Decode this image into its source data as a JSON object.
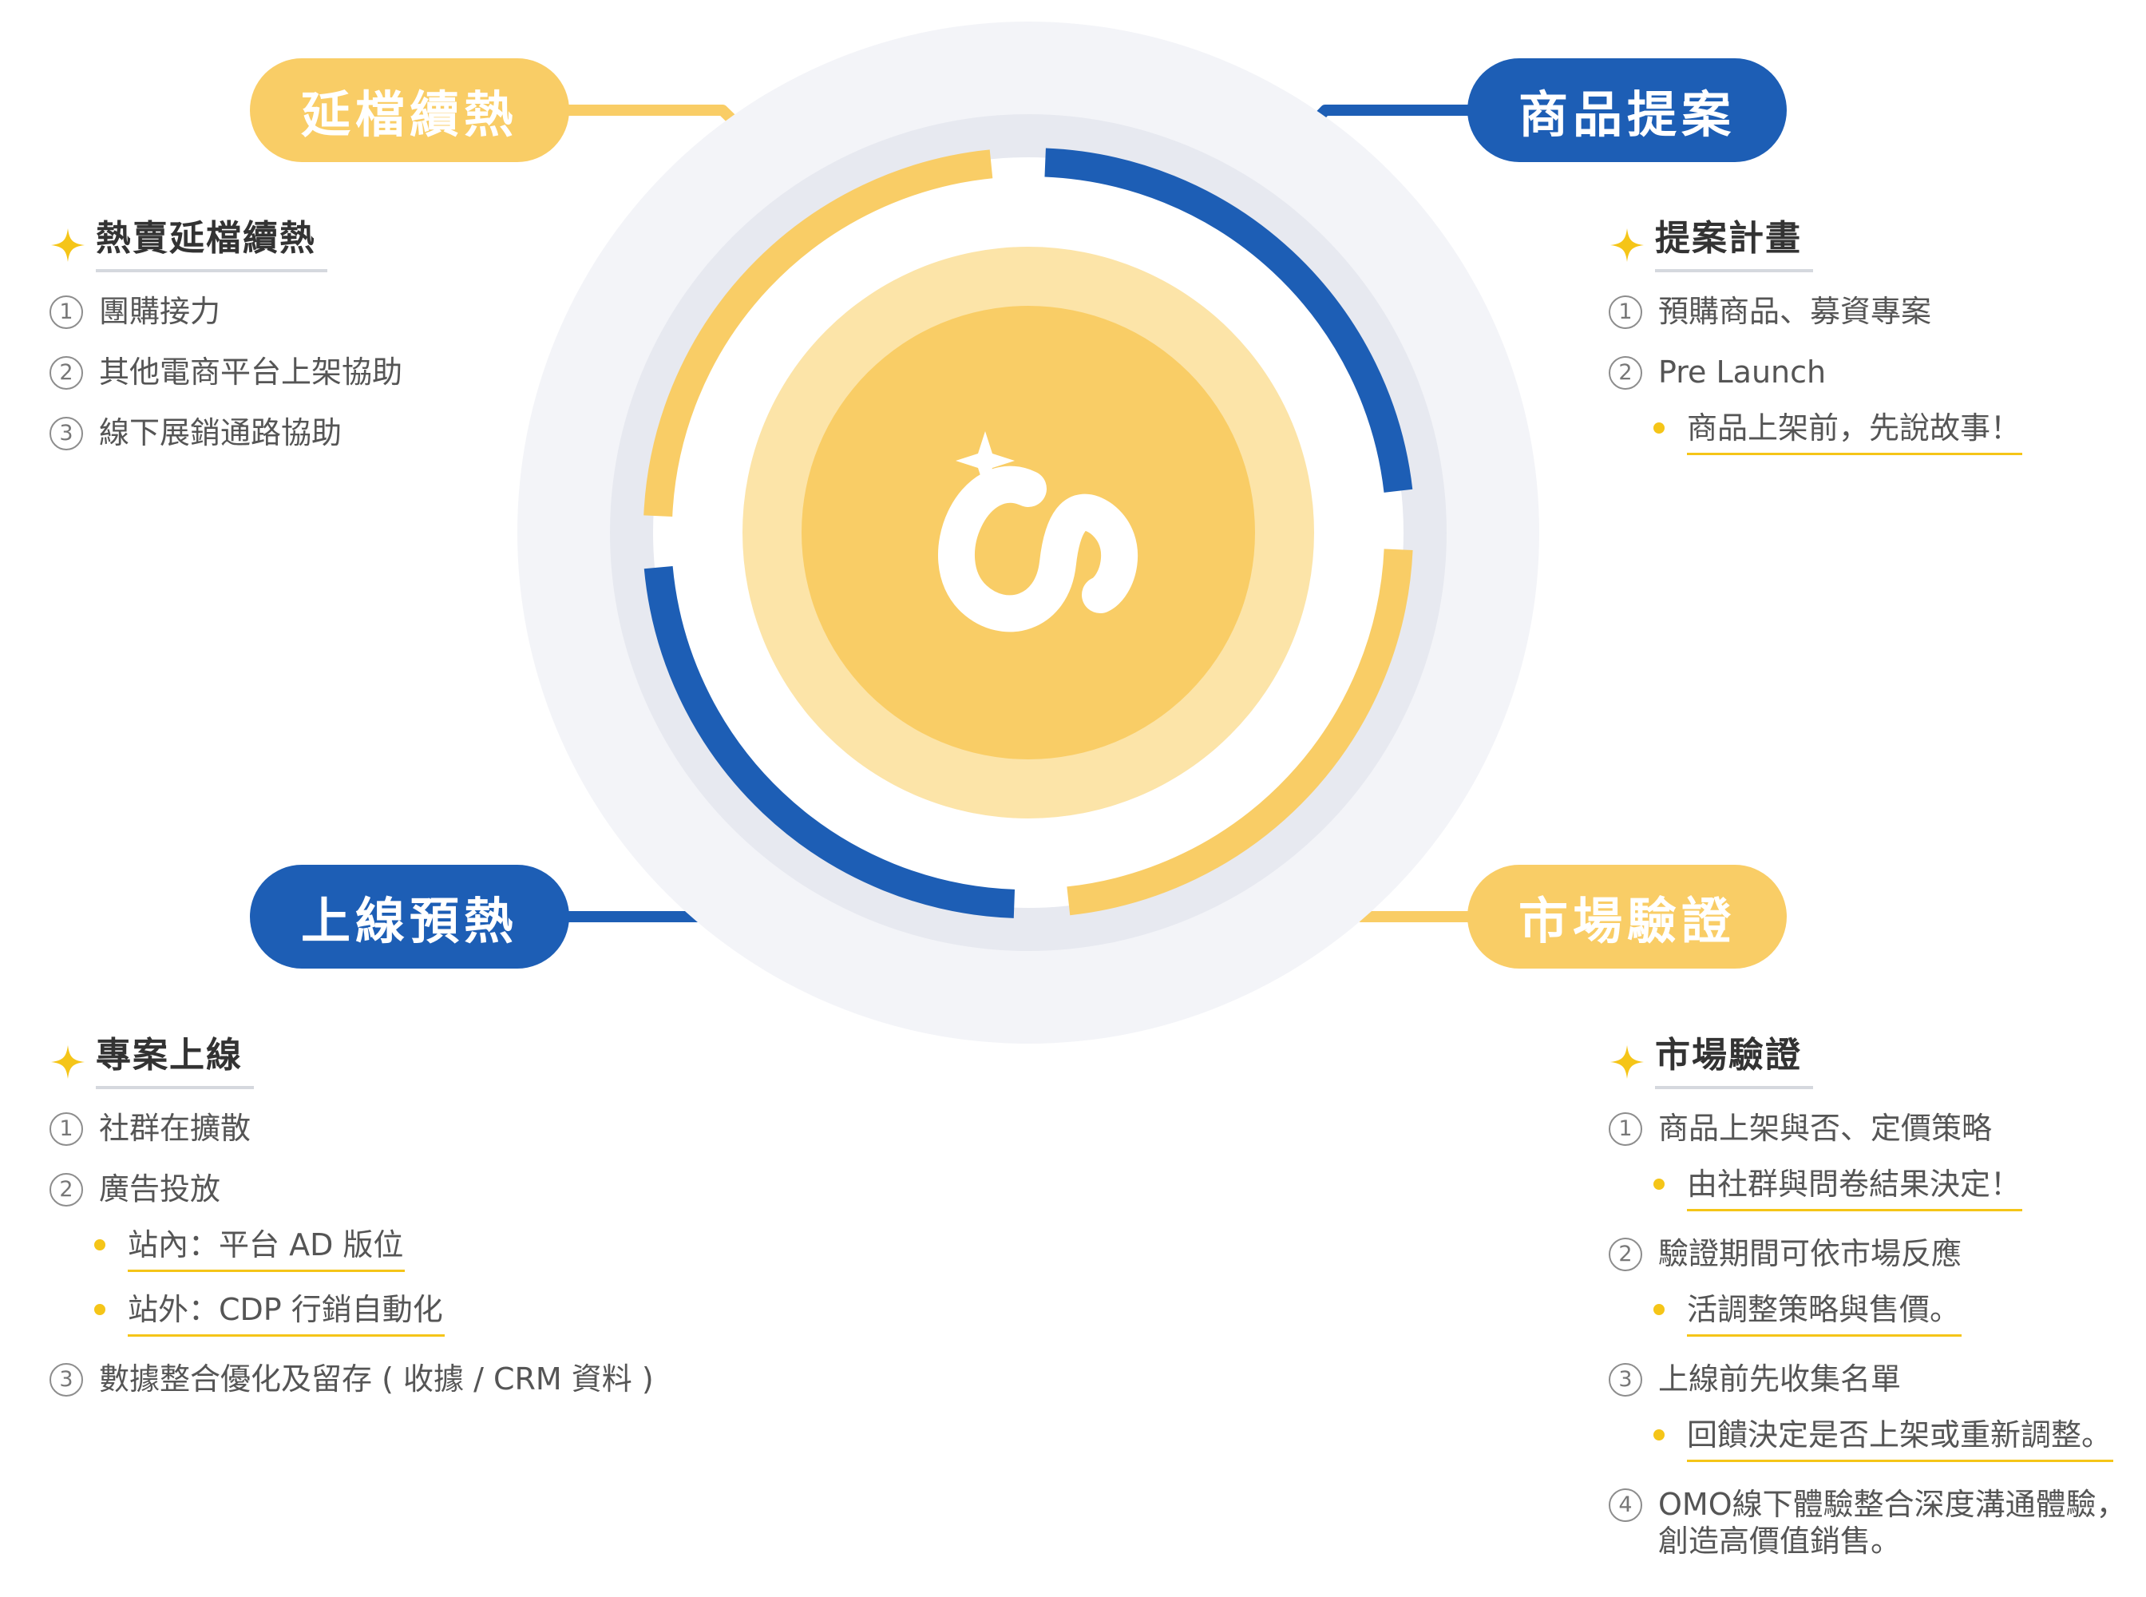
{
  "colors": {
    "yellow": "#F9CD66",
    "blue": "#1D5EB5",
    "accent": "#F5C518",
    "ring_gray": "#E7E9F0",
    "halo": "#F3F4F8"
  },
  "center": {
    "icon": "sparkle-loop-logo-icon"
  },
  "stages": {
    "top_left": {
      "label": "延檔續熱",
      "color": "yellow"
    },
    "top_right": {
      "label": "商品提案",
      "color": "blue"
    },
    "bottom_left": {
      "label": "上線預熱",
      "color": "blue"
    },
    "bottom_right": {
      "label": "市場驗證",
      "color": "yellow"
    }
  },
  "blocks": {
    "tl": {
      "title": "熱賣延檔續熱",
      "items": [
        {
          "num": "1",
          "text": "團購接力"
        },
        {
          "num": "2",
          "text": "其他電商平台上架協助"
        },
        {
          "num": "3",
          "text": "線下展銷通路協助"
        }
      ]
    },
    "tr": {
      "title": "提案計畫",
      "items": [
        {
          "num": "1",
          "text": "預購商品、募資專案"
        },
        {
          "num": "2",
          "text": "Pre Launch",
          "sub": [
            "商品上架前，先說故事！"
          ]
        }
      ]
    },
    "bl": {
      "title": "專案上線",
      "items": [
        {
          "num": "1",
          "text": "社群在擴散"
        },
        {
          "num": "2",
          "text": "廣告投放",
          "sub": [
            "站內：平台 AD 版位",
            "站外：CDP 行銷自動化"
          ]
        },
        {
          "num": "3",
          "text": "數據整合優化及留存 ( 收據 / CRM 資料 )"
        }
      ]
    },
    "br": {
      "title": "市場驗證",
      "items": [
        {
          "num": "1",
          "text": "商品上架與否、定價策略",
          "sub": [
            "由社群與問卷結果決定！"
          ]
        },
        {
          "num": "2",
          "text": "驗證期間可依市場反應",
          "sub": [
            "活調整策略與售價。"
          ]
        },
        {
          "num": "3",
          "text": "上線前先收集名單",
          "sub": [
            "回饋決定是否上架或重新調整。"
          ]
        },
        {
          "num": "4",
          "text": "OMO線下體驗整合深度溝通體驗，",
          "text2": "創造高價值銷售。"
        }
      ]
    }
  }
}
